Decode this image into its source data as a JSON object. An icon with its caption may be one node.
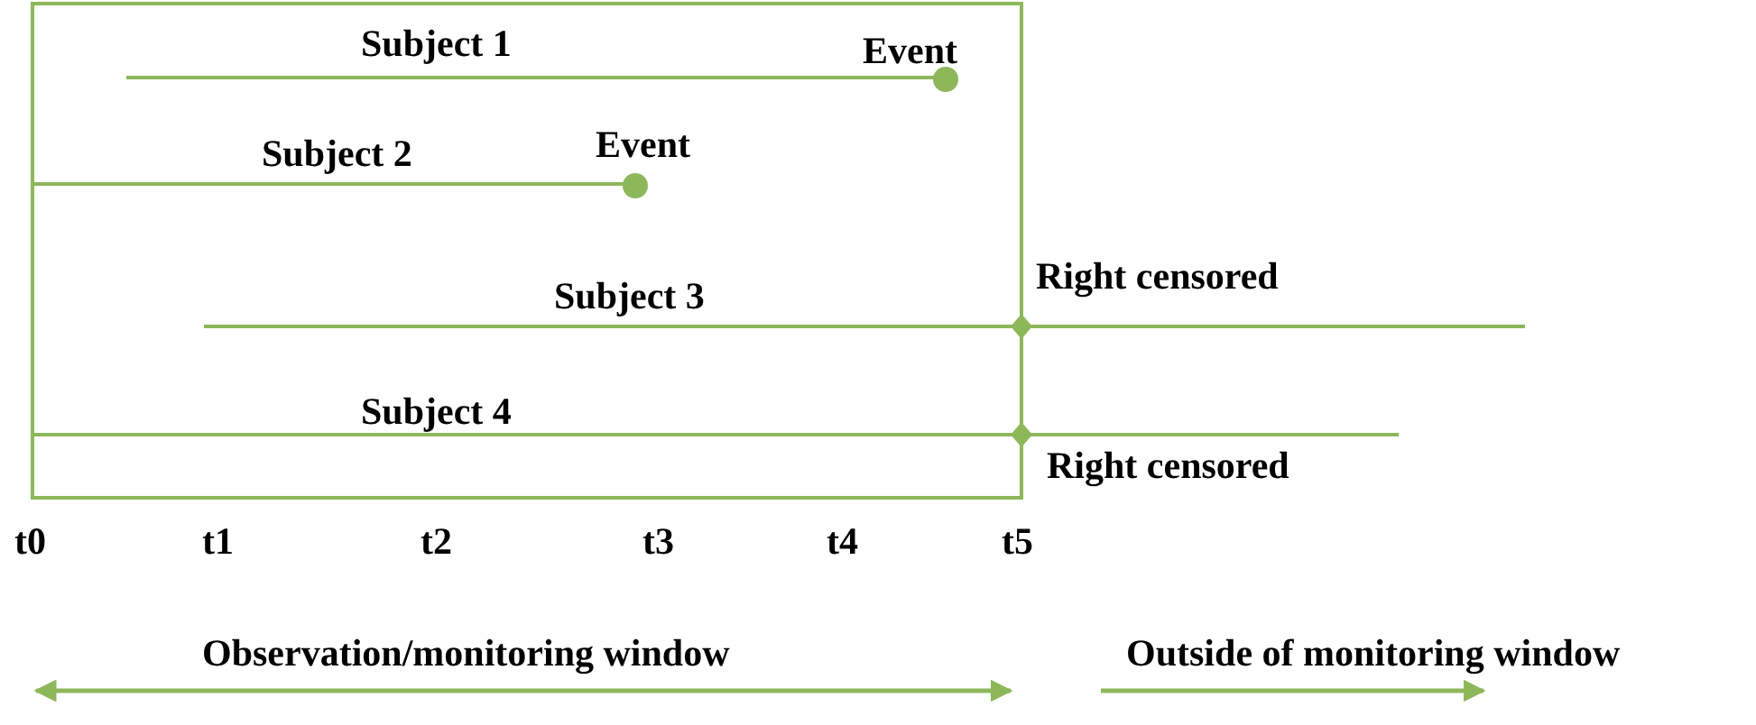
{
  "diagram": {
    "labels": [
      "Subject 1",
      "Event",
      "Subject 2",
      "Event",
      "Subject 3",
      "Right censored",
      "Subject 4",
      "Right censored",
      "t0",
      "t1",
      "t2",
      "t3",
      "t4",
      "t5",
      "Observation/monitoring window",
      "Outside of monitoring window"
    ]
  }
}
